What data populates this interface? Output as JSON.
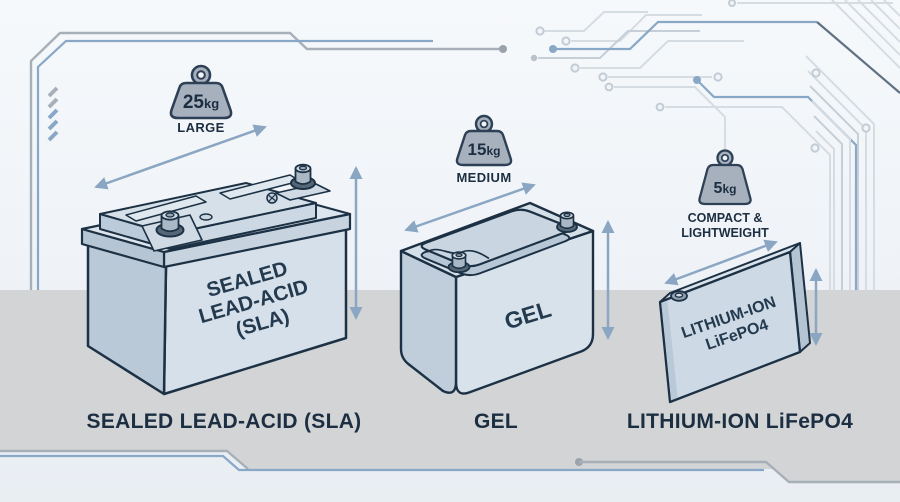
{
  "colors": {
    "navy": "#1d3145",
    "text": "#1c2e41",
    "arrow_blue": "#8aa6c3",
    "accent_blue": "#89a7c6",
    "band_gray": "#d2d4d5",
    "line_gray": "#a7b0b8",
    "circuit_gray": "#d5dce2",
    "circuit_slate": "#5f7182",
    "weight_fill": "#a7b1be",
    "weight_stroke": "#2d4055",
    "battery_face_light": "#d6e0ea",
    "battery_face_mid": "#b9c9d8",
    "background_top": "#f6f9fb",
    "background_bottom": "#e9eef3"
  },
  "batteries": [
    {
      "name": "sealed-lead-acid",
      "caption": "SEALED LEAD-ACID (SLA)",
      "face_lines": [
        "SEALED",
        "LEAD-ACID",
        "(SLA)"
      ],
      "weight": {
        "value": "25",
        "unit": "kg"
      },
      "size_labels": [
        "LARGE"
      ]
    },
    {
      "name": "gel",
      "caption": "GEL",
      "face_lines": [
        "GEL"
      ],
      "weight": {
        "value": "15",
        "unit": "kg"
      },
      "size_labels": [
        "MEDIUM"
      ]
    },
    {
      "name": "lithium-ion-lifepo4",
      "caption": "LITHIUM-ION LiFePO4",
      "face_lines": [
        "LITHIUM-ION",
        "LiFePO4"
      ],
      "weight": {
        "value": "5",
        "unit": "kg"
      },
      "size_labels": [
        "COMPACT &",
        "LIGHTWEIGHT"
      ]
    }
  ]
}
